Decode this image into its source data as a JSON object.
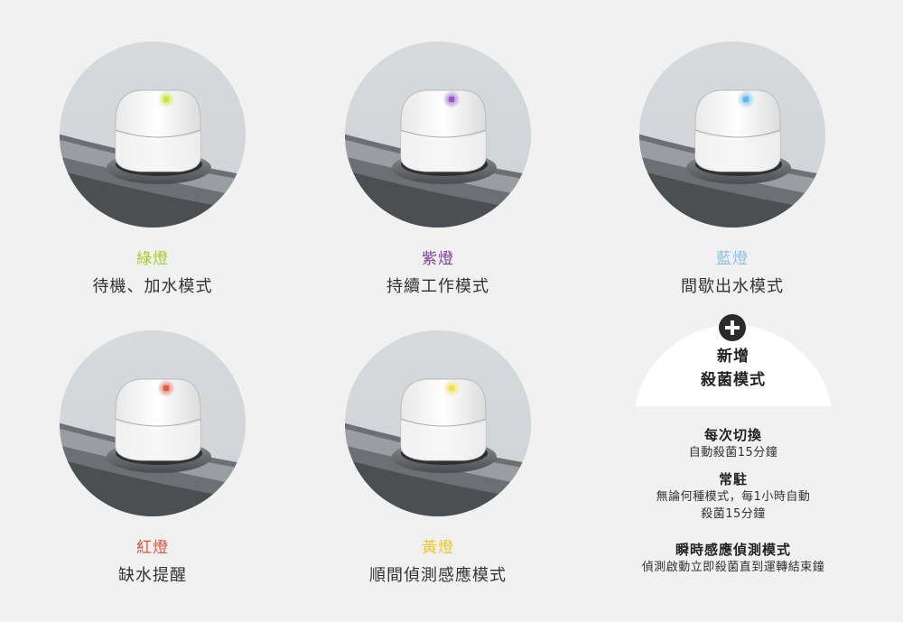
{
  "lights": [
    {
      "name": "綠燈",
      "desc": "待機、加水模式",
      "color": "#a8c93a",
      "led": "#c6e640"
    },
    {
      "name": "紫燈",
      "desc": "持續工作模式",
      "color": "#7a3e9a",
      "led": "#9b59c4"
    },
    {
      "name": "藍燈",
      "desc": "間歇出水模式",
      "color": "#8fc0e2",
      "led": "#5eb7f0"
    },
    {
      "name": "紅燈",
      "desc": "缺水提醒",
      "color": "#d8543e",
      "led": "#e05a44"
    },
    {
      "name": "黃燈",
      "desc": "順間偵測感應模式",
      "color": "#e8c63c",
      "led": "#f3e04a"
    }
  ],
  "new_mode": {
    "line1": "新增",
    "line2": "殺菌模式",
    "sections": [
      {
        "title": "每次切換",
        "text": [
          "自動殺菌15分鐘"
        ]
      },
      {
        "title": "常駐",
        "text": [
          "無論何種模式，每1小時自動",
          "殺菌15分鐘"
        ]
      },
      {
        "title": "瞬時感應偵測模式",
        "text": [
          "偵測啟動立即殺菌直到運轉結束鐘"
        ]
      }
    ]
  }
}
